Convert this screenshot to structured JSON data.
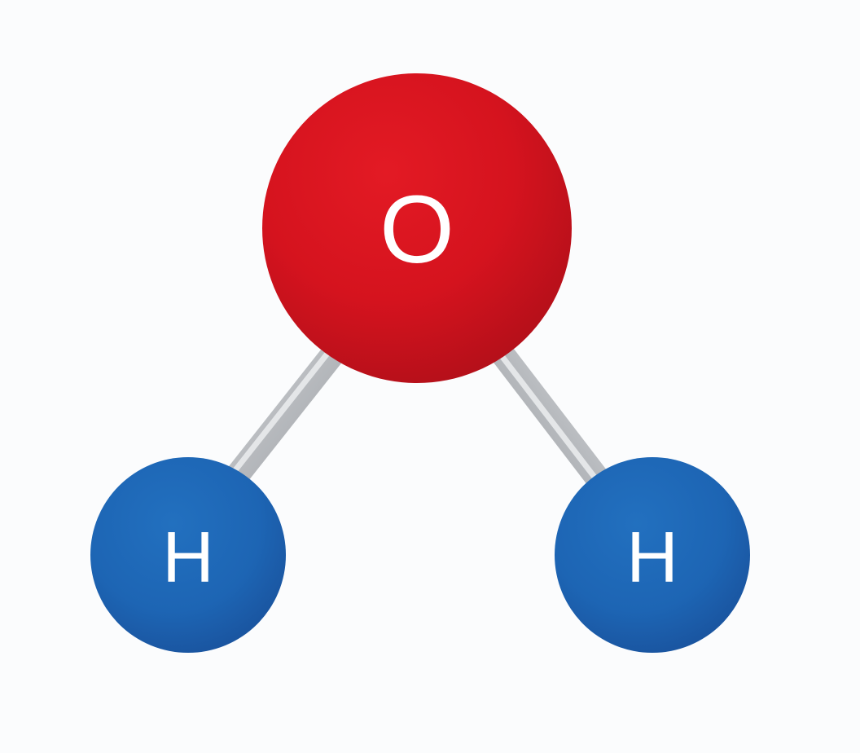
{
  "molecule": {
    "atoms": [
      {
        "id": "oxygen",
        "label": "O",
        "element": "oxygen"
      },
      {
        "id": "hydrogen-left",
        "label": "H",
        "element": "hydrogen"
      },
      {
        "id": "hydrogen-right",
        "label": "H",
        "element": "hydrogen"
      }
    ],
    "bonds": [
      {
        "from": "oxygen",
        "to": "hydrogen-left"
      },
      {
        "from": "oxygen",
        "to": "hydrogen-right"
      }
    ]
  },
  "colors": {
    "background": "#fbfcfd",
    "oxygen": "#d9141f",
    "hydrogen": "#1f63b2",
    "bond": "#b9bcc0",
    "label": "#ffffff"
  }
}
